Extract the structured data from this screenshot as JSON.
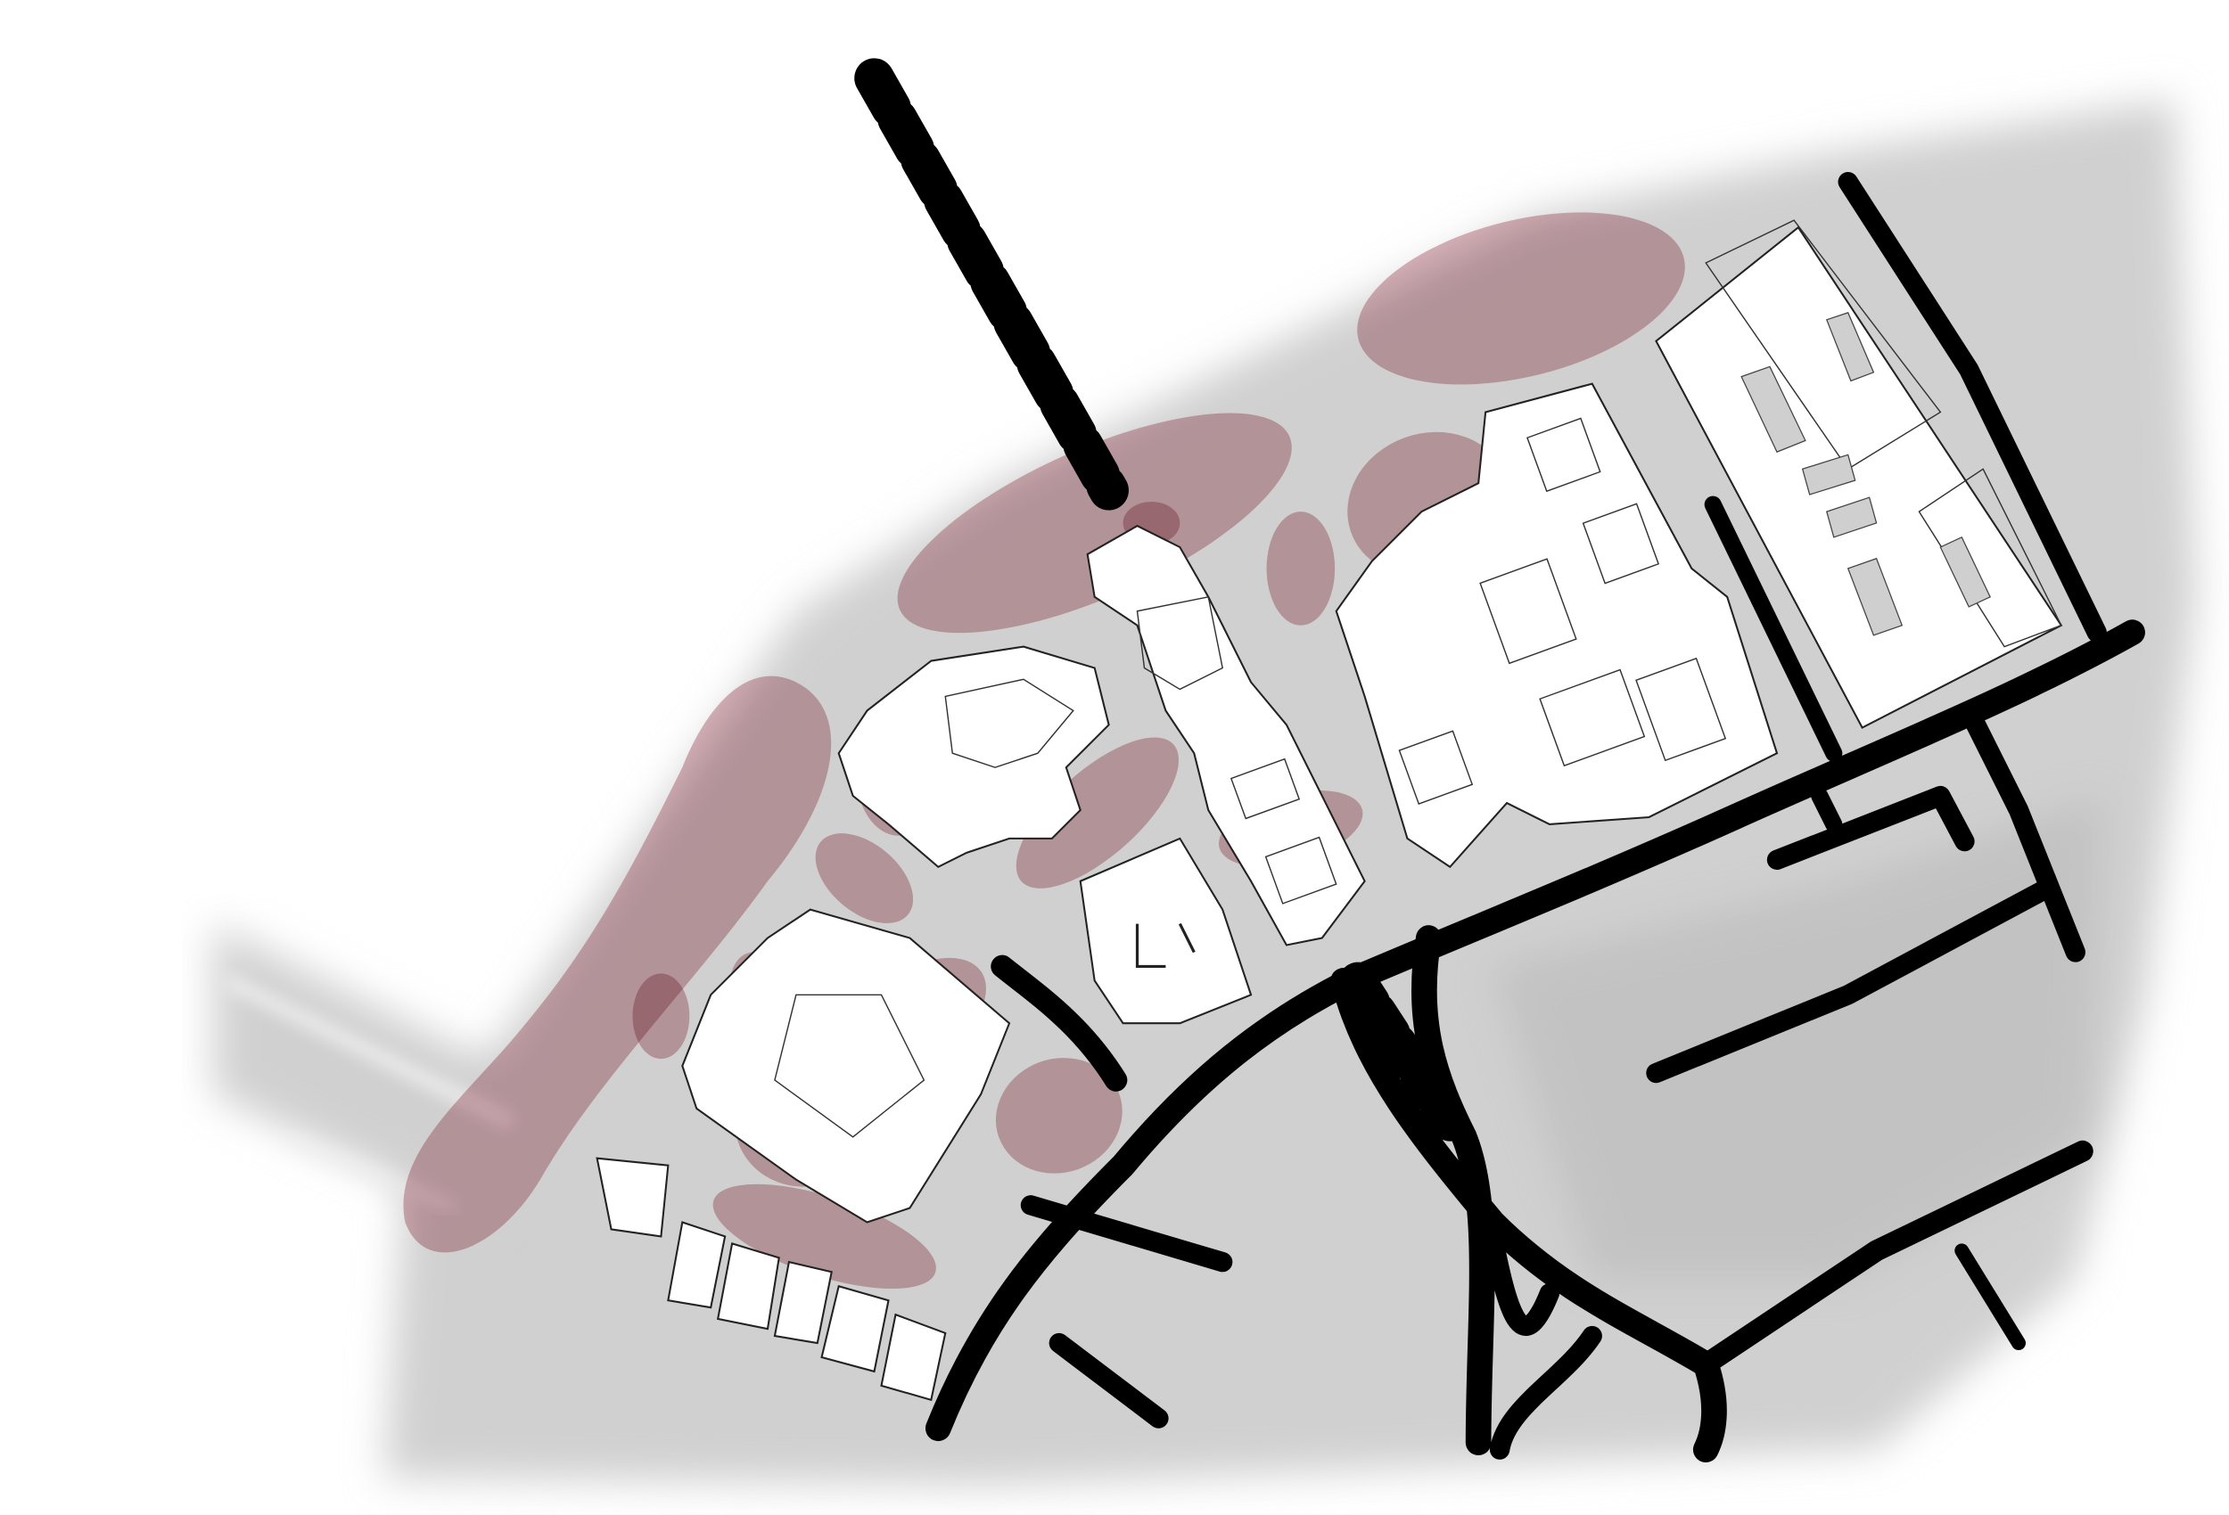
{
  "map": {
    "colors": {
      "background": "#ffffff",
      "ground_hatch": "#c8c8c8",
      "ground_dark": "#a9a9a9",
      "activity_zone": "#b56a78",
      "roads": "#000000",
      "buildings": "#ffffff",
      "building_outline": "#222222"
    },
    "layers": [
      "ground-texture",
      "activity-zones",
      "roads",
      "building-footprints"
    ]
  }
}
